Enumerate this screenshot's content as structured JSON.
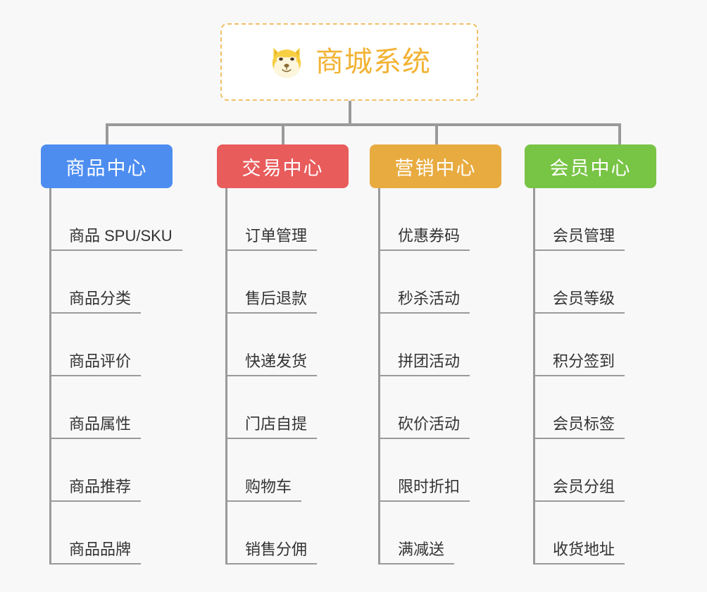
{
  "canvas": {
    "background": "#f8f8f8"
  },
  "root": {
    "title": "商城系统",
    "icon": "shiba-dog-icon",
    "text_color": "#f2b233",
    "border_color": "#f0c068",
    "background": "#ffffff"
  },
  "connector": {
    "color": "#9a9a9a"
  },
  "columns": [
    {
      "header": "商品中心",
      "color": "#4d8df0",
      "items": [
        "商品 SPU/SKU",
        "商品分类",
        "商品评价",
        "商品属性",
        "商品推荐",
        "商品品牌"
      ]
    },
    {
      "header": "交易中心",
      "color": "#e85c5c",
      "items": [
        "订单管理",
        "售后退款",
        "快递发货",
        "门店自提",
        "购物车",
        "销售分佣"
      ]
    },
    {
      "header": "营销中心",
      "color": "#e8ab40",
      "items": [
        "优惠券码",
        "秒杀活动",
        "拼团活动",
        "砍价活动",
        "限时折扣",
        "满减送"
      ]
    },
    {
      "header": "会员中心",
      "color": "#78c445",
      "items": [
        "会员管理",
        "会员等级",
        "积分签到",
        "会员标签",
        "会员分组",
        "收货地址"
      ]
    }
  ]
}
